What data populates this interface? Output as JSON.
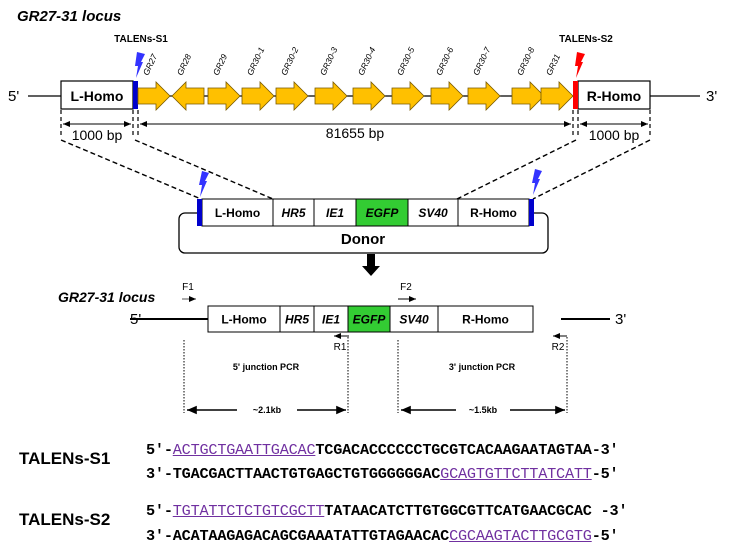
{
  "colors": {
    "gene": "#ffc000",
    "talen_s1": "#0000cc",
    "talen_s1_bolt": "#3333ff",
    "talen_s2": "#ff0000",
    "egfp": "#33cc33",
    "highlight": "#7030a0"
  },
  "top_locus": {
    "title": "GR27-31 locus",
    "five_prime": "5'",
    "three_prime": "3'",
    "l_homo": "L-Homo",
    "r_homo": "R-Homo",
    "talen_s1_label": "TALENs-S1",
    "talen_s2_label": "TALENs-S2",
    "genes": [
      {
        "name": "GR27",
        "direction": "right"
      },
      {
        "name": "GR28",
        "direction": "left"
      },
      {
        "name": "GR29",
        "direction": "right"
      },
      {
        "name": "GR30-1",
        "direction": "right"
      },
      {
        "name": "GR30-2",
        "direction": "right"
      },
      {
        "name": "GR30-3",
        "direction": "right"
      },
      {
        "name": "GR30-4",
        "direction": "right"
      },
      {
        "name": "GR30-5",
        "direction": "right"
      },
      {
        "name": "GR30-6",
        "direction": "right"
      },
      {
        "name": "GR30-7",
        "direction": "right"
      },
      {
        "name": "GR30-8",
        "direction": "right"
      },
      {
        "name": "GR31",
        "direction": "right"
      }
    ],
    "dist_left": "1000 bp",
    "dist_middle": "81655 bp",
    "dist_right": "1000 bp"
  },
  "donor": {
    "title": "Donor",
    "segments": [
      {
        "label": "L-Homo",
        "italic": false
      },
      {
        "label": "HR5",
        "italic": true
      },
      {
        "label": "IE1",
        "italic": true
      },
      {
        "label": "EGFP",
        "italic": true,
        "green": true
      },
      {
        "label": "SV40",
        "italic": true
      },
      {
        "label": "R-Homo",
        "italic": false
      }
    ]
  },
  "result_locus": {
    "title": "GR27-31 locus",
    "five_prime": "5'",
    "three_prime": "3'",
    "segments": [
      {
        "label": "L-Homo",
        "italic": false
      },
      {
        "label": "HR5",
        "italic": true
      },
      {
        "label": "IE1",
        "italic": true
      },
      {
        "label": "EGFP",
        "italic": true,
        "green": true
      },
      {
        "label": "SV40",
        "italic": true
      },
      {
        "label": "R-Homo",
        "italic": false
      }
    ],
    "primers": {
      "f1": "F1",
      "r1": "R1",
      "f2": "F2",
      "r2": "R2"
    },
    "pcr5_label": "5' junction PCR",
    "pcr3_label": "3' junction PCR",
    "pcr5_size": "~2.1kb",
    "pcr3_size": "~1.5kb"
  },
  "sequences": [
    {
      "label": "TALENs-S1",
      "top": {
        "prefix": "5′-",
        "highlight": "ACTGCTGAATTGACAC",
        "rest": "TCGACACCCCCCTGCGTCACAAGAATAGTAA",
        "suffix": "-3′"
      },
      "bottom": {
        "prefix": "3′-",
        "plain": "TGACGACTTAACTGTGAGCTGTGGGGGGAC",
        "highlight": "GCAGTGTTCTTATCATT",
        "suffix": "-5′"
      }
    },
    {
      "label": "TALENs-S2",
      "top": {
        "prefix": "5′-",
        "highlight": "TGTATTCTCTGTCGCTT",
        "rest": "TATAACATCTTGTGGCGTTCATGAACGCAC",
        "suffix": " -3′"
      },
      "bottom": {
        "prefix": "3′-",
        "plain": "ACATAAGAGACAGCGAAATATTGTAGAACAC",
        "highlight": "CGCAAGTACTTGCGTG",
        "suffix": "-5′"
      }
    }
  ]
}
